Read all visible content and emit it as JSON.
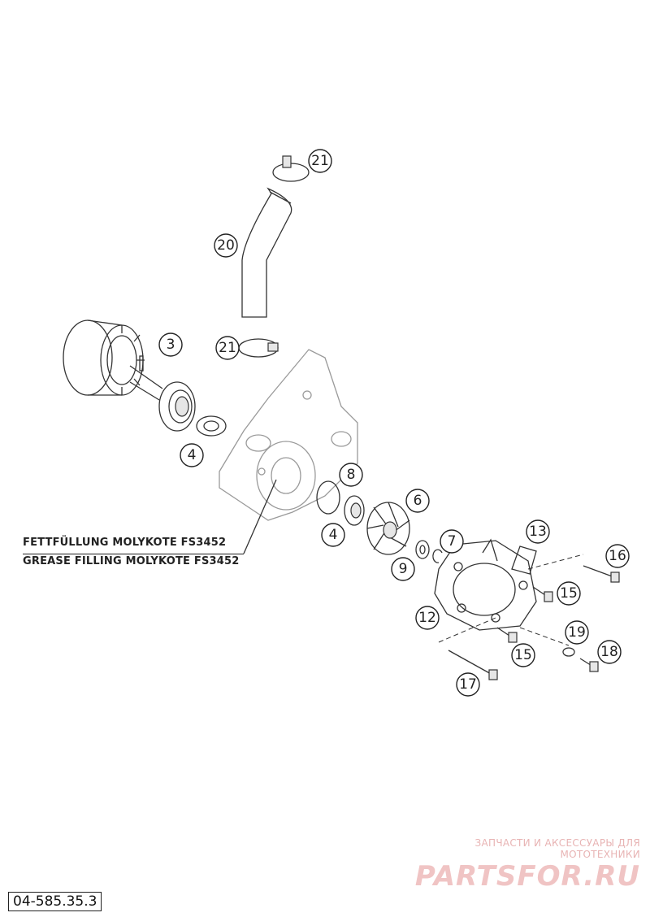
{
  "diagram": {
    "callouts": [
      "21",
      "20",
      "21",
      "3",
      "4",
      "8",
      "6",
      "4",
      "9",
      "7",
      "13",
      "16",
      "15",
      "12",
      "19",
      "18",
      "15",
      "17"
    ],
    "notes": {
      "de": "FETTFÜLLUNG MOLYKOTE FS3452",
      "en": "GREASE FILLING MOLYKOTE FS3452"
    }
  },
  "watermark": {
    "tagline": "ЗАПЧАСТИ И АКСЕССУАРЫ ДЛЯ МОТОТЕХНИКИ",
    "brand": "PARTSFOR.RU"
  },
  "document_number": "04-585.35.3"
}
